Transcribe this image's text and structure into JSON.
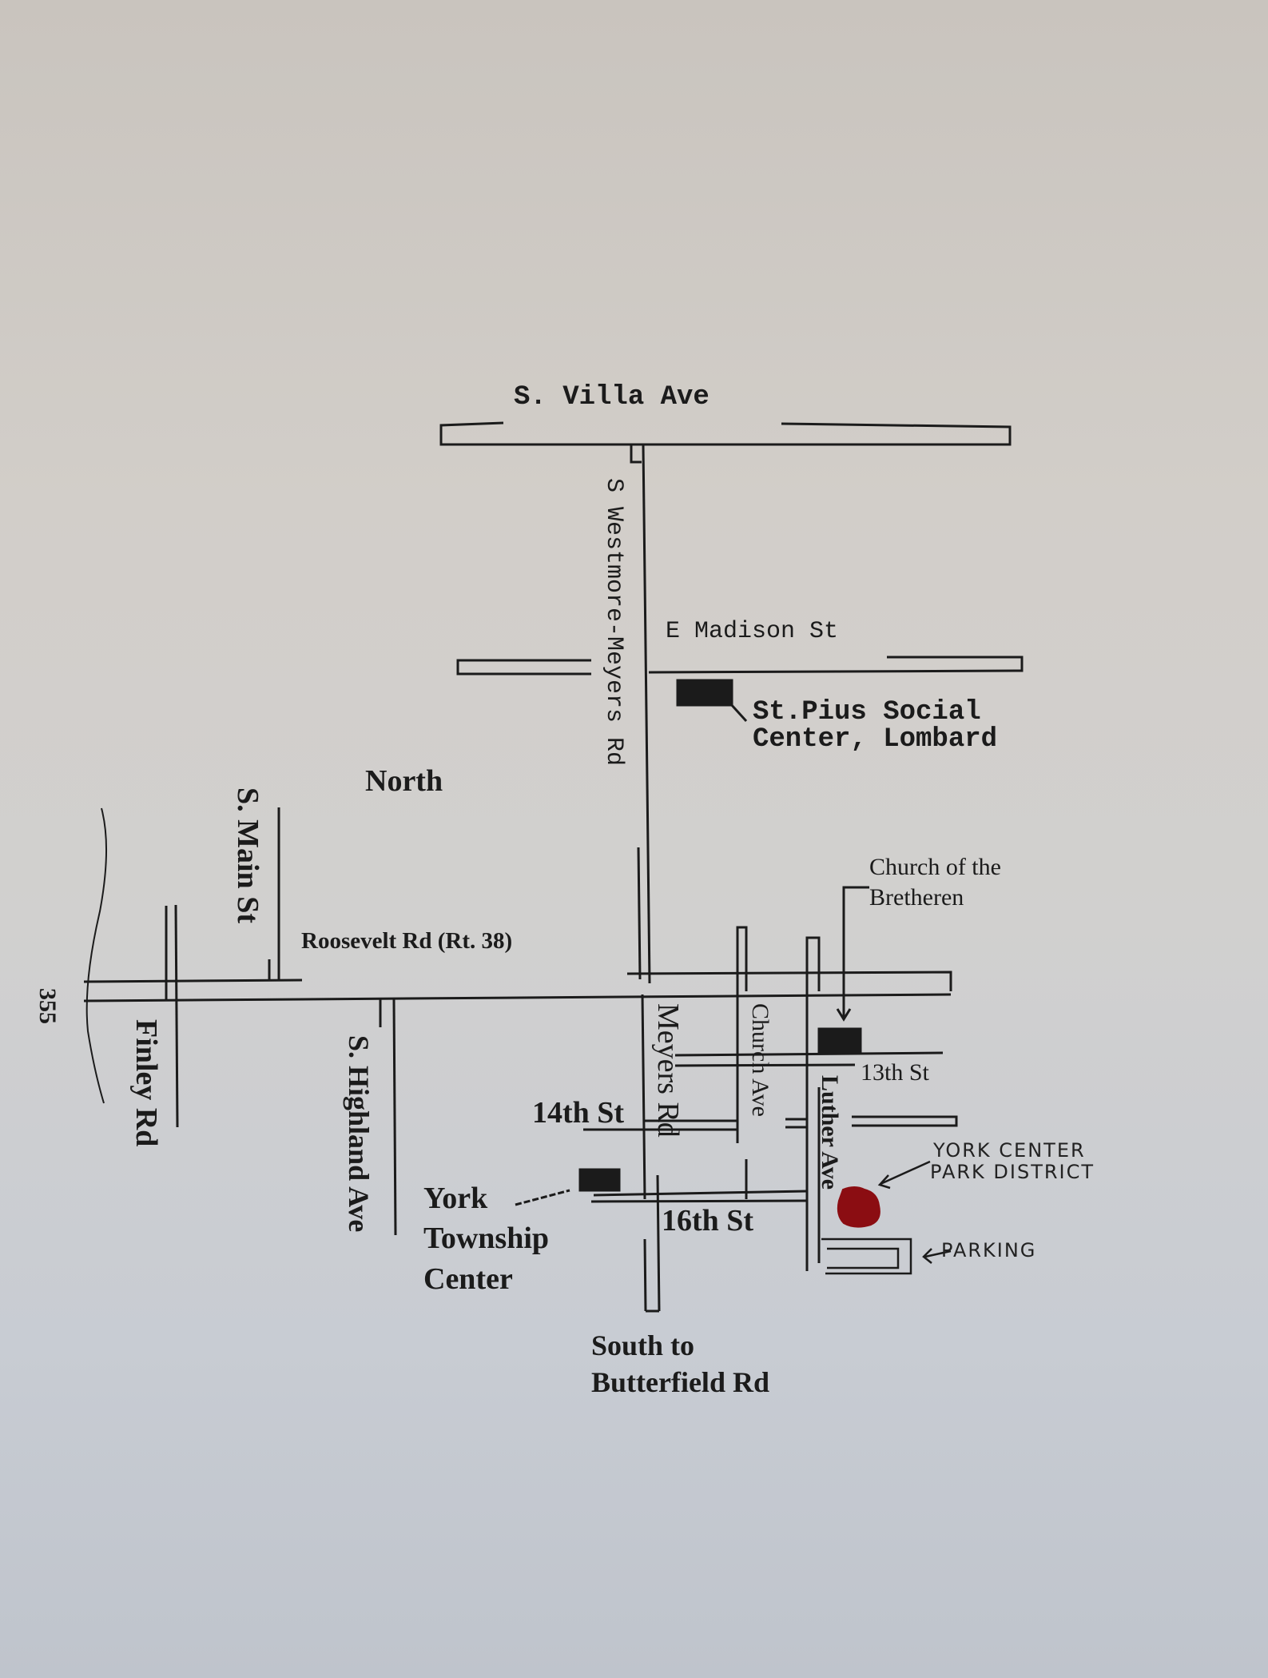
{
  "map": {
    "type": "hand-annotated printed directions map",
    "colors": {
      "paper_top": "#c9c4be",
      "paper_bottom": "#bfc4cc",
      "ink": "#1b1b1b",
      "marker_red": "#8b0d12"
    },
    "streets": {
      "villa": "S. Villa Ave",
      "westmore": "S Westmore-Meyers Rd",
      "madison": "E Madison St",
      "roosevelt": "Roosevelt Rd (Rt. 38)",
      "main": "S. Main St",
      "finley": "Finley Rd",
      "highland": "S. Highland Ave",
      "meyers": "Meyers Rd",
      "church_ave": "Church Ave",
      "luther": "Luther Ave",
      "st13": "13th St",
      "st14": "14th St",
      "st16": "16th St",
      "route355": "355"
    },
    "landmarks": {
      "st_pius_line1": "St.Pius Social",
      "st_pius_line2": "Center, Lombard",
      "church_line1": "Church of the",
      "church_line2": "Bretheren",
      "york_line1": "York",
      "york_line2": "Township",
      "york_line3": "Center"
    },
    "directions": {
      "north": "North",
      "south_line1": "South to",
      "south_line2": "Butterfield Rd"
    },
    "handwritten": {
      "park_line1": "YORK CENTER",
      "park_line2": "PARK DISTRICT",
      "parking": "PARKING"
    }
  }
}
